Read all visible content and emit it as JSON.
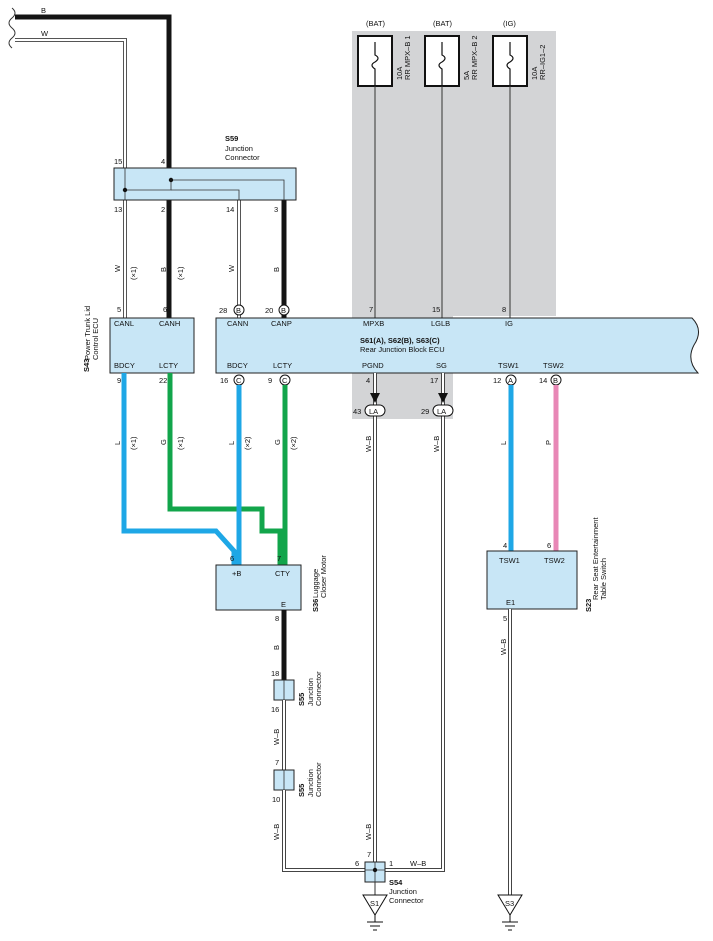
{
  "wires": {
    "top_b": "B",
    "top_w": "W",
    "w_left": "W",
    "w_right": "W",
    "b_mid": "B",
    "b_right": "B",
    "x1a": "(×1)",
    "x1b": "(×1)",
    "l1": "L",
    "x1c": "(×1)",
    "g1": "G",
    "x1d": "(×1)",
    "l2": "L",
    "x2a": "(×2)",
    "g2": "G",
    "x2b": "(×2)",
    "wb1": "W–B",
    "wb2": "W–B",
    "l3": "L",
    "p1": "P",
    "b_e": "B",
    "wb3": "W–B",
    "wb4": "W–B",
    "wb5": "W–B",
    "wb6": "W–B",
    "wb7": "W–B"
  },
  "fuses": {
    "bat1": {
      "supply": "(BAT)",
      "rating": "10A",
      "name": "RR MPX–B 1"
    },
    "bat2": {
      "supply": "(BAT)",
      "rating": "5A",
      "name": "RR MPX–B 2"
    },
    "ig": {
      "supply": "(IG)",
      "rating": "10A",
      "name": "RR–IG1–2"
    }
  },
  "s59": {
    "code": "S59",
    "desc1": "Junction",
    "desc2": "Connector",
    "pins_top": [
      "15",
      "4"
    ],
    "pins_bottom": [
      "13",
      "2",
      "14",
      "3"
    ]
  },
  "s43": {
    "code": "S43",
    "desc1": "Power Trunk Lid",
    "desc2": "Control ECU",
    "pins_top": [
      "5",
      "6"
    ],
    "pins_bottom": [
      "9",
      "22"
    ],
    "terms": [
      "CANL",
      "CANH",
      "BDCY",
      "LCTY"
    ]
  },
  "rjb": {
    "title1": "S61(A), S62(B), S63(C)",
    "title2": "Rear Junction Block ECU",
    "pins_top": [
      "28",
      "20",
      "7",
      "15",
      "8"
    ],
    "pins_bottom": [
      "16",
      "9",
      "4",
      "17",
      "12",
      "14"
    ],
    "terms_top": [
      "CANN",
      "CANP",
      "MPXB",
      "LGLB",
      "IG"
    ],
    "terms_bottom": [
      "BDCY",
      "LCTY",
      "PGND",
      "SG",
      "TSW1",
      "TSW2"
    ],
    "conn_b": "B",
    "conn_c": "C",
    "conn_a": "A",
    "la": "LA",
    "la_pins": [
      "43",
      "29"
    ]
  },
  "s36": {
    "code": "S36",
    "desc1": "Luggage",
    "desc2": "Closer Motor",
    "pins_top": [
      "6",
      "7"
    ],
    "pin_bottom": "8",
    "terms": [
      "+B",
      "CTY",
      "E"
    ]
  },
  "s23": {
    "code": "S23",
    "desc1": "Rear Seat Entertainment",
    "desc2": "Table Switch",
    "pins_top": [
      "4",
      "6"
    ],
    "pin_bottom": "5",
    "terms": [
      "TSW1",
      "TSW2",
      "E1"
    ]
  },
  "s55a": {
    "code": "S55",
    "desc1": "Junction",
    "desc2": "Connector",
    "pin_top": "18",
    "pin_bottom": "16"
  },
  "s55b": {
    "code": "S55",
    "desc1": "Junction",
    "desc2": "Connector",
    "pin_top": "7",
    "pin_bottom": "10"
  },
  "s54": {
    "code": "S54",
    "desc1": "Junction",
    "desc2": "Connector",
    "pin_top": "7",
    "pin_left": "6",
    "pin_right": "1"
  },
  "grounds": {
    "s1": "S1",
    "s3": "S3"
  },
  "colors": {
    "black": "#141414",
    "blue": "#1ea7e6",
    "green": "#12a54b",
    "pink": "#e887b6",
    "box_fill": "#c8e6f6",
    "gray_panel": "#d3d4d6"
  }
}
